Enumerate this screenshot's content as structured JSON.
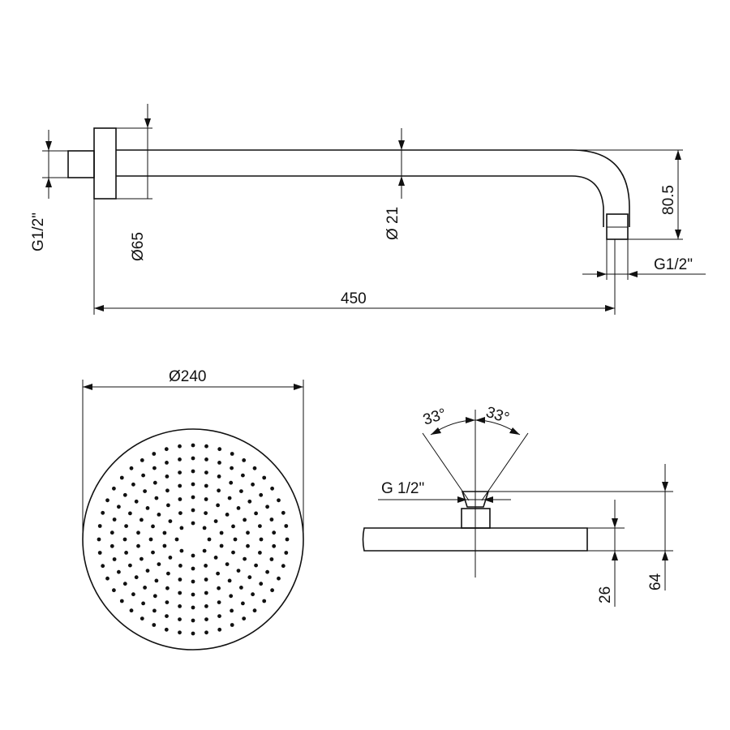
{
  "arm_view": {
    "thread_inlet": "G1/2\"",
    "flange_diameter": "Ø65",
    "tube_diameter": "Ø 21",
    "drop_height": "80.5",
    "thread_outlet": "G1/2\"",
    "overall_length": "450"
  },
  "head_plan_view": {
    "diameter": "Ø240"
  },
  "head_side_view": {
    "angle_left": "33°",
    "angle_right": "33°",
    "thread": "G 1/2\"",
    "head_thickness": "26",
    "total_height": "64"
  }
}
